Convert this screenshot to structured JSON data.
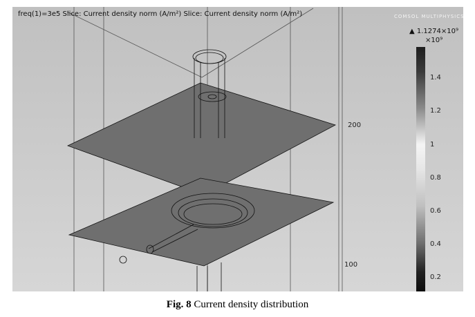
{
  "viewport": {
    "title": "freq(1)=3e5 Slice: Current density norm (A/m²) Slice: Current density norm (A/m²)",
    "logo": "COMSOL MULTIPHYSICS",
    "max_label": "▲ 1.1274×10⁹",
    "unit": "×10⁹",
    "axis_labels": [
      "200",
      "100"
    ]
  },
  "colorbar": {
    "ticks": [
      "1.4",
      "1.2",
      "1",
      "0.8",
      "0.6",
      "0.4",
      "0.2"
    ]
  },
  "caption": {
    "label": "Fig. 8",
    "text": " Current density distribution"
  }
}
